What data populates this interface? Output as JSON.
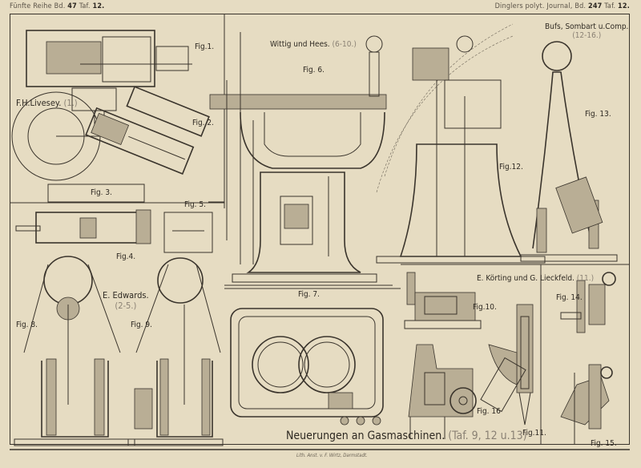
{
  "header": {
    "left": {
      "series": "Fünfte Reihe",
      "bd_label": "Bd.",
      "bd": "47",
      "taf_label": "Taf.",
      "taf": "12."
    },
    "right": {
      "journal": "Dinglers polyt. Journal,",
      "bd_label": "Bd.",
      "bd": "247",
      "taf_label": "Taf.",
      "taf": "12."
    }
  },
  "title": {
    "main": "Neuerungen an Gasmaschinen.",
    "ref": "(Taf. 9, 12 u.13)"
  },
  "footer": {
    "lithographer": "Lith. Anst. v. F. Wirtz, Darmstadt."
  },
  "inventors": [
    {
      "name": "F.H.Livesey.",
      "figs": "(1.)"
    },
    {
      "name": "Wittig und Hees.",
      "figs": "(6-10.)"
    },
    {
      "name": "Bufs, Sombart u.Comp.",
      "figs": "(12-16.)"
    },
    {
      "name": "E. Edwards.",
      "figs": "(2-5.)"
    },
    {
      "name": "E. Körting und G. Lieckfeld.",
      "figs": "(11.)"
    }
  ],
  "figures": {
    "f1": "Fig.1.",
    "f2": "Fig. 2.",
    "f3": "Fig. 3.",
    "f4": "Fig.4.",
    "f5": "Fig. 5.",
    "f6": "Fig. 6.",
    "f7": "Fig. 7.",
    "f8": "Fig. 8.",
    "f9": "Fig. 9.",
    "f10": "Fig.10.",
    "f11": "Fig.11.",
    "f12": "Fig.12.",
    "f13": "Fig. 13.",
    "f14": "Fig. 14.",
    "f15": "Fig. 15.",
    "f16": "Fig. 16"
  }
}
